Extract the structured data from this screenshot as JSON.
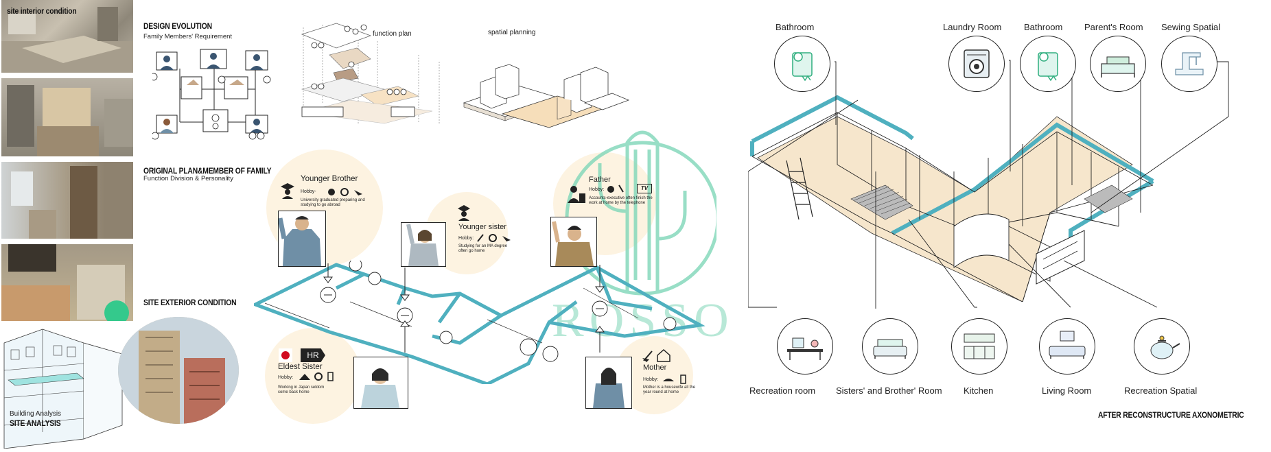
{
  "left_panel": {
    "site_interior_title": "site interior condition",
    "design_evolution_title": "DESIGN EVOLUTION",
    "design_evolution_subtitle": "Family Members' Requirement",
    "original_plan_title": "ORIGINAL PLAN&MEMBER OF FAMILY",
    "original_plan_subtitle": "Function Division & Personality",
    "site_exterior_title": "SITE EXTERIOR CONDITION",
    "building_analysis_label": "Building Analysis",
    "site_analysis_title": "SITE ANALYSIS"
  },
  "evolution": {
    "function_plan_label": "function plan",
    "spatial_planning_label": "spatial planning"
  },
  "members": {
    "younger_brother": {
      "name": "Younger Brother",
      "hobby": "Hobby-",
      "note": "University graduated preparing and studying to go abroad"
    },
    "younger_sister": {
      "name": "Younger sister",
      "hobby": "Hobby:",
      "note": "Studying for an MA degree often go home"
    },
    "father": {
      "name": "Father",
      "hobby": "Hobby:",
      "tv": "TV",
      "note": "Accounts-executive often finish the work at home by the telephone"
    },
    "eldest_sister": {
      "name": "Eldest Sister",
      "badge": "HR",
      "hobby": "Hobby:",
      "note": "Working in Japan seldom come back home"
    },
    "mother": {
      "name": "Mother",
      "hobby": "Hobby:",
      "note": "Mother is a housewife all the year round at home"
    }
  },
  "watermark": {
    "text": "ROSSO"
  },
  "axonometric": {
    "title": "AFTER RECONSTRUCTURE AXONOMETRIC",
    "top_rooms": [
      "Bathroom",
      "Laundry Room",
      "Bathroom",
      "Parent's Room",
      "Sewing Spatial"
    ],
    "bottom_rooms": [
      "Recreation room",
      "Sisters' and Brother' Room",
      "Kitchen",
      "Living Room",
      "Recreation Spatial"
    ]
  },
  "colors": {
    "teal": "#4fb0bf",
    "beige": "#f6e6cc",
    "mint": "#7fd7b8",
    "halo": "#fdf3e1"
  }
}
